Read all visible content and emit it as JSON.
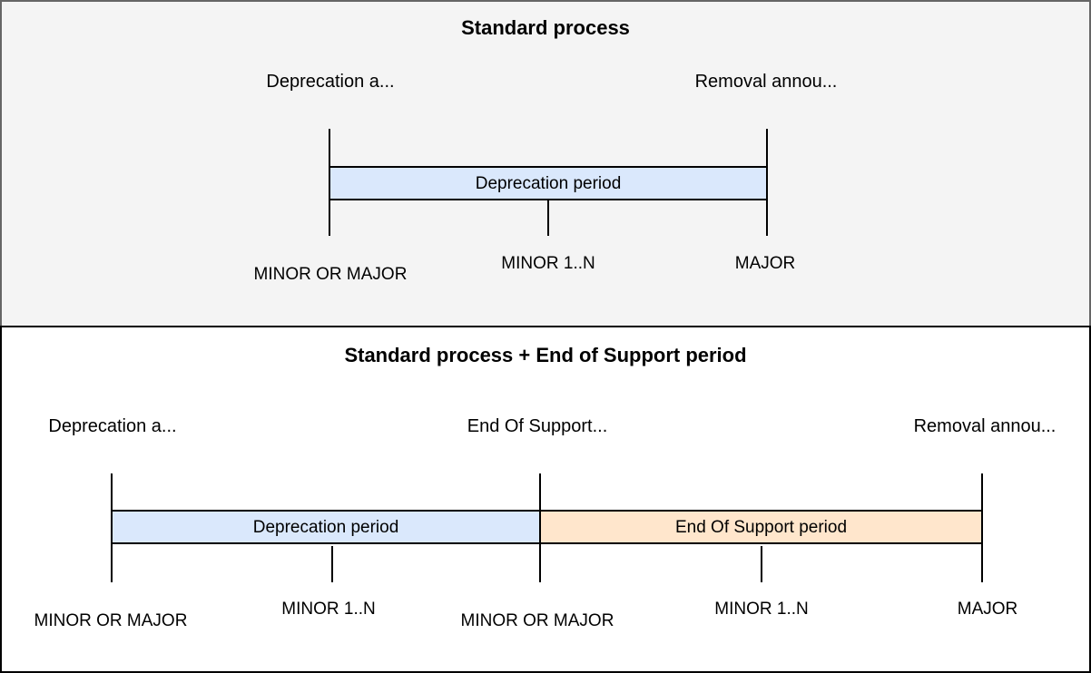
{
  "colors": {
    "deprecation_fill": "#dae8fc",
    "end_of_support_fill": "#ffe6cc",
    "top_panel_bg": "#f4f4f4",
    "top_panel_border": "#666666",
    "bottom_panel_border": "#000000",
    "line": "#000000"
  },
  "top_panel": {
    "title": "Standard process",
    "events": [
      {
        "label": "Deprecation a..."
      },
      {
        "label": "Removal annou..."
      }
    ],
    "segments": [
      {
        "label": "Deprecation period"
      }
    ],
    "milestones": [
      {
        "label": "MINOR OR MAJOR"
      },
      {
        "label": "MINOR 1..N"
      },
      {
        "label": "MAJOR"
      }
    ]
  },
  "bottom_panel": {
    "title": "Standard process + End of Support period",
    "events": [
      {
        "label": "Deprecation a..."
      },
      {
        "label": "End Of Support..."
      },
      {
        "label": "Removal annou..."
      }
    ],
    "segments": [
      {
        "label": "Deprecation period"
      },
      {
        "label": "End Of Support period"
      }
    ],
    "milestones": [
      {
        "label": "MINOR OR MAJOR"
      },
      {
        "label": "MINOR 1..N"
      },
      {
        "label": "MINOR OR MAJOR"
      },
      {
        "label": "MINOR 1..N"
      },
      {
        "label": "MAJOR"
      }
    ]
  }
}
